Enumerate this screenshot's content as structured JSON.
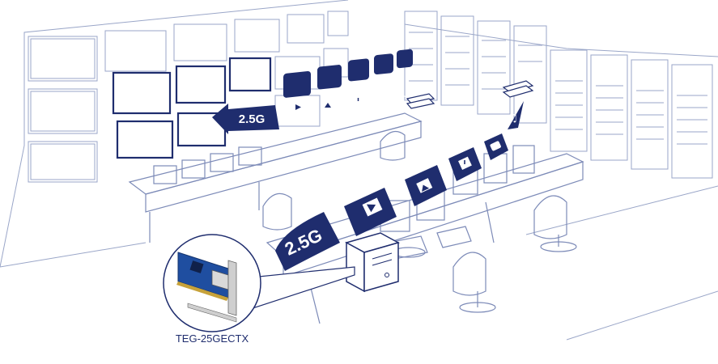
{
  "top_stream": {
    "label": "2.5G",
    "icons": [
      "video-icon",
      "image-icon",
      "power-icon",
      "chat-icon",
      "music-icon"
    ]
  },
  "main_stream": {
    "label": "2.5G",
    "icons": [
      "video-icon",
      "image-icon",
      "power-icon",
      "chat-icon",
      "music-icon"
    ]
  },
  "product": {
    "model": "TEG-25GECTX"
  },
  "colors": {
    "primary": "#1f2d6e",
    "sketch": "#9aa6c8",
    "background": "#ffffff"
  }
}
